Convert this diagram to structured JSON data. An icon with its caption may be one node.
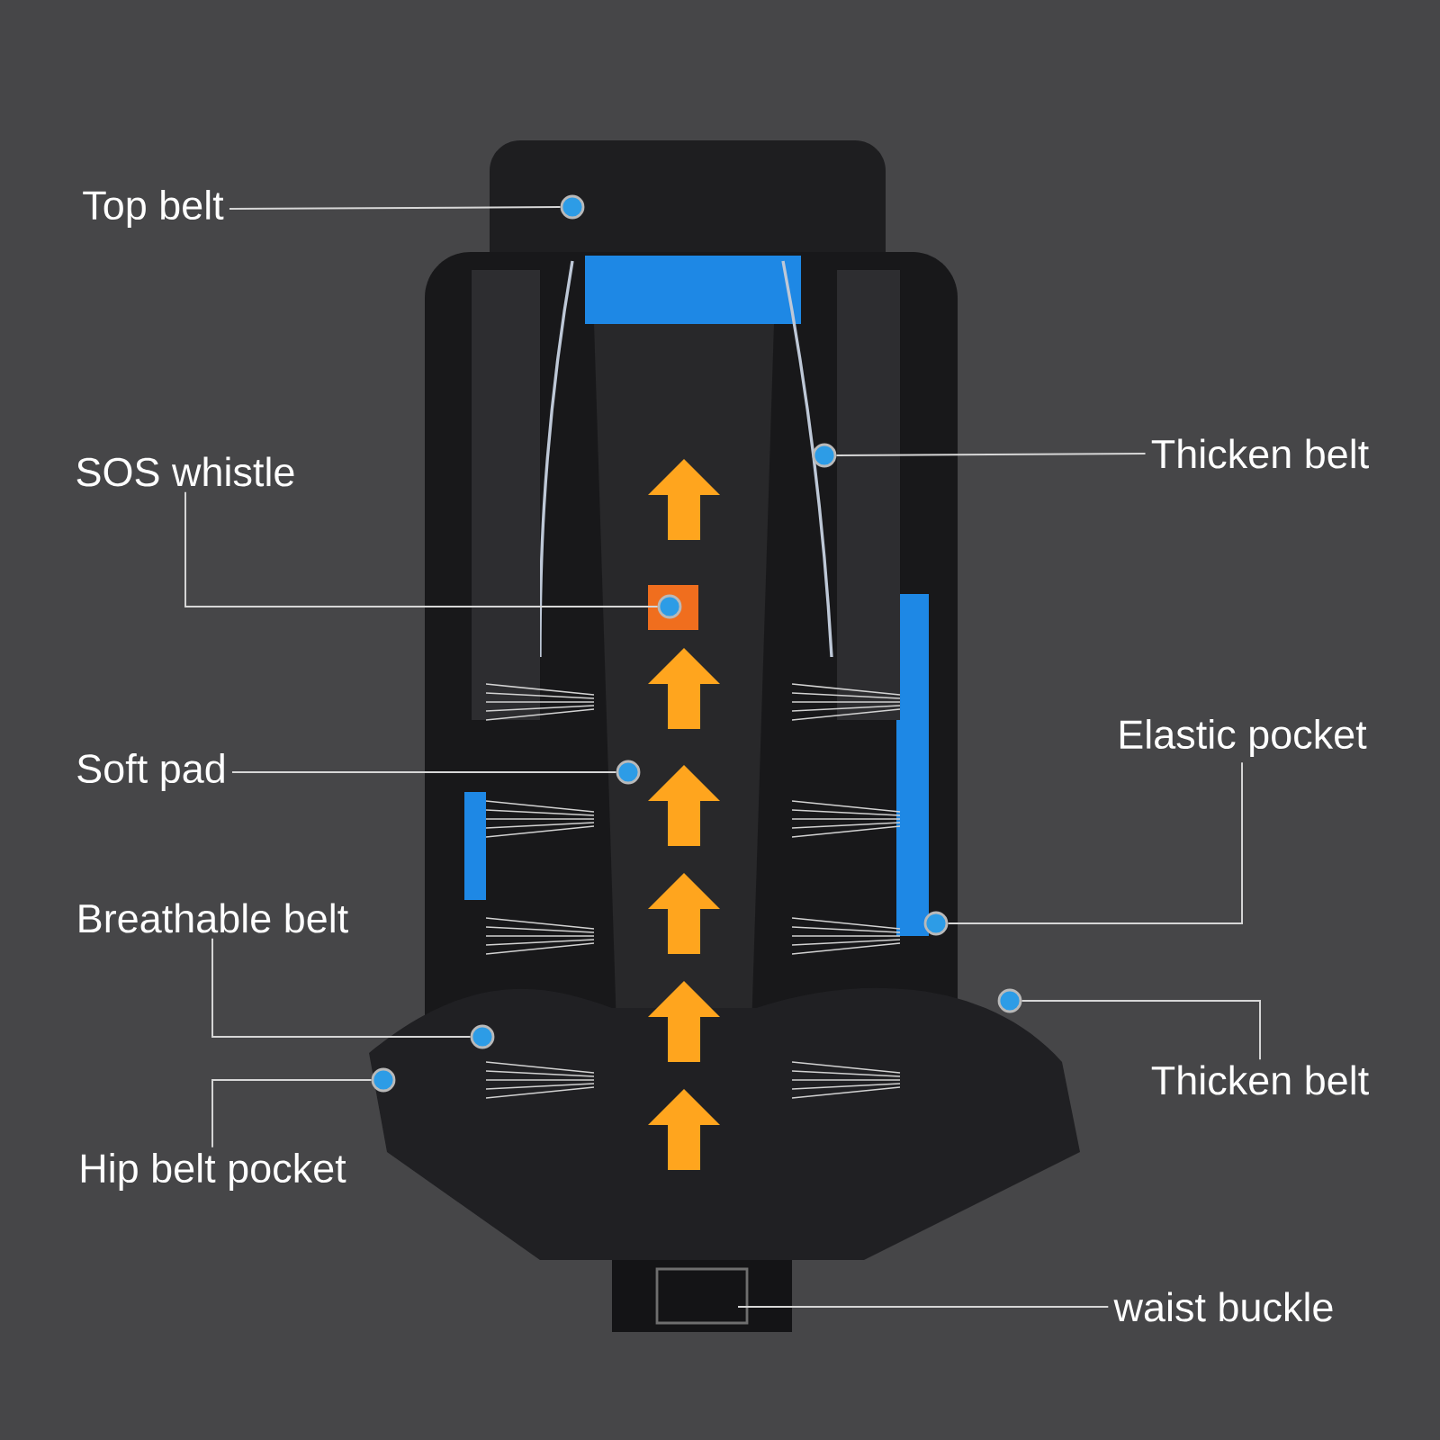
{
  "diagram": {
    "nodes": [
      {
        "text": [
          "Top belt"
        ]
      },
      {
        "text": [
          "SOS whistle"
        ]
      },
      {
        "text": [
          "Thicken belt"
        ]
      },
      {
        "text": [
          "Soft pad"
        ]
      },
      {
        "text": [
          "Elastic pocket"
        ]
      },
      {
        "text": [
          "Breathable belt"
        ]
      },
      {
        "text": [
          "Thicken belt"
        ]
      },
      {
        "text": [
          "Hip belt pocket"
        ]
      },
      {
        "text": [
          "waist buckle"
        ]
      },
      {
        "text": [],
        "shape": "circle"
      },
      {
        "text": [],
        "shape": "circle"
      },
      {
        "text": [],
        "shape": "circle"
      },
      {
        "text": [],
        "shape": "circle"
      },
      {
        "text": [],
        "shape": "circle"
      },
      {
        "text": [],
        "shape": "circle"
      },
      {
        "text": [],
        "shape": "circle"
      },
      {
        "text": [],
        "shape": "circle"
      }
    ],
    "edges": [
      {
        "from": 0,
        "to": 9,
        "arrow": "none"
      },
      {
        "from": 1,
        "to": 11,
        "arrow": "none"
      },
      {
        "from": 2,
        "to": 10,
        "arrow": "none"
      },
      {
        "from": 3,
        "to": 12,
        "arrow": "none"
      },
      {
        "from": 4,
        "to": 13,
        "arrow": "none"
      },
      {
        "from": 5,
        "to": 15,
        "arrow": "none"
      },
      {
        "from": 6,
        "to": 14,
        "arrow": "none"
      },
      {
        "from": 7,
        "to": 16,
        "arrow": "none"
      },
      {
        "from": 8,
        "to": null,
        "arrow": "none"
      }
    ]
  }
}
